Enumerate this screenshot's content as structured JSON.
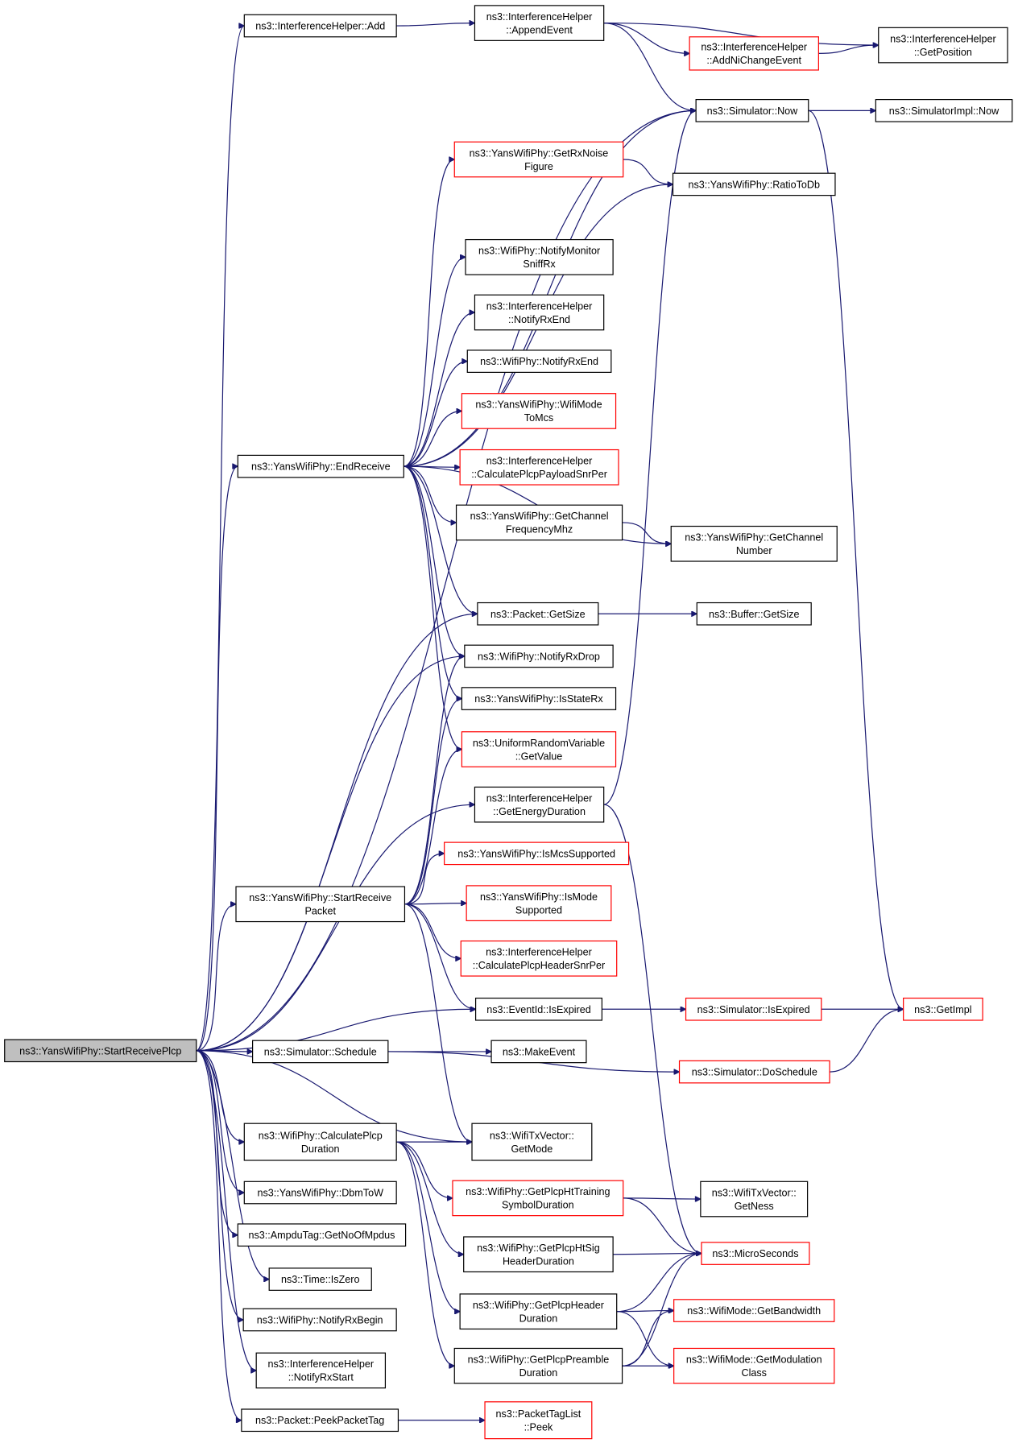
{
  "colors": {
    "edge": "#191970",
    "border_default": "#000000",
    "border_incomplete": "#ff0000",
    "fill_default": "#ffffff",
    "fill_root": "#bfbfbf"
  },
  "nodes": {
    "root": {
      "lines": [
        "ns3::YansWifiPhy::StartReceivePlcp"
      ],
      "style": "root"
    },
    "ih_add": {
      "lines": [
        "ns3::InterferenceHelper::Add"
      ],
      "style": "normal"
    },
    "ih_append": {
      "lines": [
        "ns3::InterferenceHelper",
        "::AppendEvent"
      ],
      "style": "normal"
    },
    "ih_addni": {
      "lines": [
        "ns3::InterferenceHelper",
        "::AddNiChangeEvent"
      ],
      "style": "red"
    },
    "ih_getpos": {
      "lines": [
        "ns3::InterferenceHelper",
        "::GetPosition"
      ],
      "style": "normal"
    },
    "sim_now": {
      "lines": [
        "ns3::Simulator::Now"
      ],
      "style": "normal"
    },
    "simimpl_now": {
      "lines": [
        "ns3::SimulatorImpl::Now"
      ],
      "style": "normal"
    },
    "ywp_noise": {
      "lines": [
        "ns3::YansWifiPhy::GetRxNoise",
        "Figure"
      ],
      "style": "red"
    },
    "ywp_ratio": {
      "lines": [
        "ns3::YansWifiPhy::RatioToDb"
      ],
      "style": "normal"
    },
    "wp_sniff": {
      "lines": [
        "ns3::WifiPhy::NotifyMonitor",
        "SniffRx"
      ],
      "style": "normal"
    },
    "ih_rxend": {
      "lines": [
        "ns3::InterferenceHelper",
        "::NotifyRxEnd"
      ],
      "style": "normal"
    },
    "wp_rxend": {
      "lines": [
        "ns3::WifiPhy::NotifyRxEnd"
      ],
      "style": "normal"
    },
    "ywp_modemcs": {
      "lines": [
        "ns3::YansWifiPhy::WifiMode",
        "ToMcs"
      ],
      "style": "red"
    },
    "ywp_endrx": {
      "lines": [
        "ns3::YansWifiPhy::EndReceive"
      ],
      "style": "normal"
    },
    "ih_payload": {
      "lines": [
        "ns3::InterferenceHelper",
        "::CalculatePlcpPayloadSnrPer"
      ],
      "style": "red"
    },
    "ywp_chfreq": {
      "lines": [
        "ns3::YansWifiPhy::GetChannel",
        "FrequencyMhz"
      ],
      "style": "normal"
    },
    "ywp_chnum": {
      "lines": [
        "ns3::YansWifiPhy::GetChannel",
        "Number"
      ],
      "style": "normal"
    },
    "pkt_size": {
      "lines": [
        "ns3::Packet::GetSize"
      ],
      "style": "normal"
    },
    "buf_size": {
      "lines": [
        "ns3::Buffer::GetSize"
      ],
      "style": "normal"
    },
    "wp_rxdrop": {
      "lines": [
        "ns3::WifiPhy::NotifyRxDrop"
      ],
      "style": "normal"
    },
    "ywp_staterx": {
      "lines": [
        "ns3::YansWifiPhy::IsStateRx"
      ],
      "style": "normal"
    },
    "urv_val": {
      "lines": [
        "ns3::UniformRandomVariable",
        "::GetValue"
      ],
      "style": "red"
    },
    "ih_energy": {
      "lines": [
        "ns3::InterferenceHelper",
        "::GetEnergyDuration"
      ],
      "style": "normal"
    },
    "ywp_mcssup": {
      "lines": [
        "ns3::YansWifiPhy::IsMcsSupported"
      ],
      "style": "red"
    },
    "ywp_srp": {
      "lines": [
        "ns3::YansWifiPhy::StartReceive",
        "Packet"
      ],
      "style": "normal"
    },
    "ywp_modesup": {
      "lines": [
        "ns3::YansWifiPhy::IsMode",
        "Supported"
      ],
      "style": "red"
    },
    "ih_header": {
      "lines": [
        "ns3::InterferenceHelper",
        "::CalculatePlcpHeaderSnrPer"
      ],
      "style": "red"
    },
    "ev_expired": {
      "lines": [
        "ns3::EventId::IsExpired"
      ],
      "style": "normal"
    },
    "sim_expired": {
      "lines": [
        "ns3::Simulator::IsExpired"
      ],
      "style": "red"
    },
    "getimpl": {
      "lines": [
        "ns3::GetImpl"
      ],
      "style": "red"
    },
    "sim_sched": {
      "lines": [
        "ns3::Simulator::Schedule"
      ],
      "style": "normal"
    },
    "makeevent": {
      "lines": [
        "ns3::MakeEvent"
      ],
      "style": "normal"
    },
    "sim_dosched": {
      "lines": [
        "ns3::Simulator::DoSchedule"
      ],
      "style": "red"
    },
    "wp_calcdur": {
      "lines": [
        "ns3::WifiPhy::CalculatePlcp",
        "Duration"
      ],
      "style": "normal"
    },
    "txv_mode": {
      "lines": [
        "ns3::WifiTxVector::",
        "GetMode"
      ],
      "style": "normal"
    },
    "wp_httrain": {
      "lines": [
        "ns3::WifiPhy::GetPlcpHtTraining",
        "SymbolDuration"
      ],
      "style": "red"
    },
    "txv_ness": {
      "lines": [
        "ns3::WifiTxVector::",
        "GetNess"
      ],
      "style": "normal"
    },
    "ywp_dbm": {
      "lines": [
        "ns3::YansWifiPhy::DbmToW"
      ],
      "style": "normal"
    },
    "ampdu": {
      "lines": [
        "ns3::AmpduTag::GetNoOfMpdus"
      ],
      "style": "normal"
    },
    "wp_htsig": {
      "lines": [
        "ns3::WifiPhy::GetPlcpHtSig",
        "HeaderDuration"
      ],
      "style": "normal"
    },
    "micro": {
      "lines": [
        "ns3::MicroSeconds"
      ],
      "style": "red"
    },
    "time_zero": {
      "lines": [
        "ns3::Time::IsZero"
      ],
      "style": "normal"
    },
    "wp_hdrdur": {
      "lines": [
        "ns3::WifiPhy::GetPlcpHeader",
        "Duration"
      ],
      "style": "normal"
    },
    "wm_bw": {
      "lines": [
        "ns3::WifiMode::GetBandwidth"
      ],
      "style": "red"
    },
    "wp_rxbegin": {
      "lines": [
        "ns3::WifiPhy::NotifyRxBegin"
      ],
      "style": "normal"
    },
    "ih_rxstart": {
      "lines": [
        "ns3::InterferenceHelper",
        "::NotifyRxStart"
      ],
      "style": "normal"
    },
    "wp_predur": {
      "lines": [
        "ns3::WifiPhy::GetPlcpPreamble",
        "Duration"
      ],
      "style": "normal"
    },
    "wm_modclass": {
      "lines": [
        "ns3::WifiMode::GetModulation",
        "Class"
      ],
      "style": "red"
    },
    "pkt_peek": {
      "lines": [
        "ns3::Packet::PeekPacketTag"
      ],
      "style": "normal"
    },
    "ptl_peek": {
      "lines": [
        "ns3::PacketTagList",
        "::Peek"
      ],
      "style": "red"
    }
  },
  "edges": [
    [
      "root",
      "ih_add"
    ],
    [
      "ih_add",
      "ih_append"
    ],
    [
      "ih_append",
      "ih_getpos"
    ],
    [
      "ih_append",
      "ih_addni"
    ],
    [
      "ih_addni",
      "ih_getpos"
    ],
    [
      "ih_append",
      "sim_now"
    ],
    [
      "root",
      "sim_now"
    ],
    [
      "sim_now",
      "simimpl_now"
    ],
    [
      "sim_now",
      "getimpl"
    ],
    [
      "ywp_endrx",
      "sim_now"
    ],
    [
      "ywp_endrx",
      "ywp_noise"
    ],
    [
      "ywp_noise",
      "ywp_ratio"
    ],
    [
      "ywp_endrx",
      "ywp_ratio"
    ],
    [
      "ywp_endrx",
      "wp_sniff"
    ],
    [
      "ywp_endrx",
      "ih_rxend"
    ],
    [
      "ywp_endrx",
      "wp_rxend"
    ],
    [
      "ywp_endrx",
      "ywp_modemcs"
    ],
    [
      "ywp_endrx",
      "ih_payload"
    ],
    [
      "ywp_endrx",
      "ywp_chfreq"
    ],
    [
      "ywp_chfreq",
      "ywp_chnum"
    ],
    [
      "ywp_endrx",
      "ywp_chnum"
    ],
    [
      "ywp_endrx",
      "pkt_size"
    ],
    [
      "ywp_endrx",
      "wp_rxdrop"
    ],
    [
      "ywp_endrx",
      "ywp_staterx"
    ],
    [
      "ywp_endrx",
      "urv_val"
    ],
    [
      "pkt_size",
      "buf_size"
    ],
    [
      "root",
      "ywp_endrx"
    ],
    [
      "root",
      "pkt_size"
    ],
    [
      "root",
      "wp_rxdrop"
    ],
    [
      "root",
      "ih_energy"
    ],
    [
      "ih_energy",
      "sim_now"
    ],
    [
      "ih_energy",
      "micro"
    ],
    [
      "root",
      "ywp_srp"
    ],
    [
      "ywp_srp",
      "wp_rxdrop"
    ],
    [
      "ywp_srp",
      "ywp_staterx"
    ],
    [
      "ywp_srp",
      "urv_val"
    ],
    [
      "ywp_srp",
      "ywp_mcssup"
    ],
    [
      "ywp_srp",
      "ywp_modesup"
    ],
    [
      "ywp_srp",
      "ih_header"
    ],
    [
      "ywp_srp",
      "ev_expired"
    ],
    [
      "ywp_srp",
      "txv_mode"
    ],
    [
      "root",
      "ev_expired"
    ],
    [
      "ev_expired",
      "sim_expired"
    ],
    [
      "sim_expired",
      "getimpl"
    ],
    [
      "root",
      "sim_sched"
    ],
    [
      "sim_sched",
      "makeevent"
    ],
    [
      "sim_sched",
      "sim_dosched"
    ],
    [
      "sim_dosched",
      "getimpl"
    ],
    [
      "root",
      "txv_mode"
    ],
    [
      "root",
      "wp_calcdur"
    ],
    [
      "wp_calcdur",
      "txv_mode"
    ],
    [
      "wp_calcdur",
      "wp_httrain"
    ],
    [
      "wp_calcdur",
      "wp_htsig"
    ],
    [
      "wp_calcdur",
      "wp_hdrdur"
    ],
    [
      "wp_calcdur",
      "wp_predur"
    ],
    [
      "wp_httrain",
      "txv_ness"
    ],
    [
      "wp_httrain",
      "micro"
    ],
    [
      "wp_htsig",
      "micro"
    ],
    [
      "wp_hdrdur",
      "micro"
    ],
    [
      "wp_hdrdur",
      "wm_bw"
    ],
    [
      "wp_hdrdur",
      "wm_modclass"
    ],
    [
      "wp_predur",
      "micro"
    ],
    [
      "wp_predur",
      "wm_bw"
    ],
    [
      "wp_predur",
      "wm_modclass"
    ],
    [
      "root",
      "ywp_dbm"
    ],
    [
      "root",
      "ampdu"
    ],
    [
      "root",
      "time_zero"
    ],
    [
      "root",
      "wp_rxbegin"
    ],
    [
      "root",
      "ih_rxstart"
    ],
    [
      "root",
      "pkt_peek"
    ],
    [
      "pkt_peek",
      "ptl_peek"
    ]
  ]
}
